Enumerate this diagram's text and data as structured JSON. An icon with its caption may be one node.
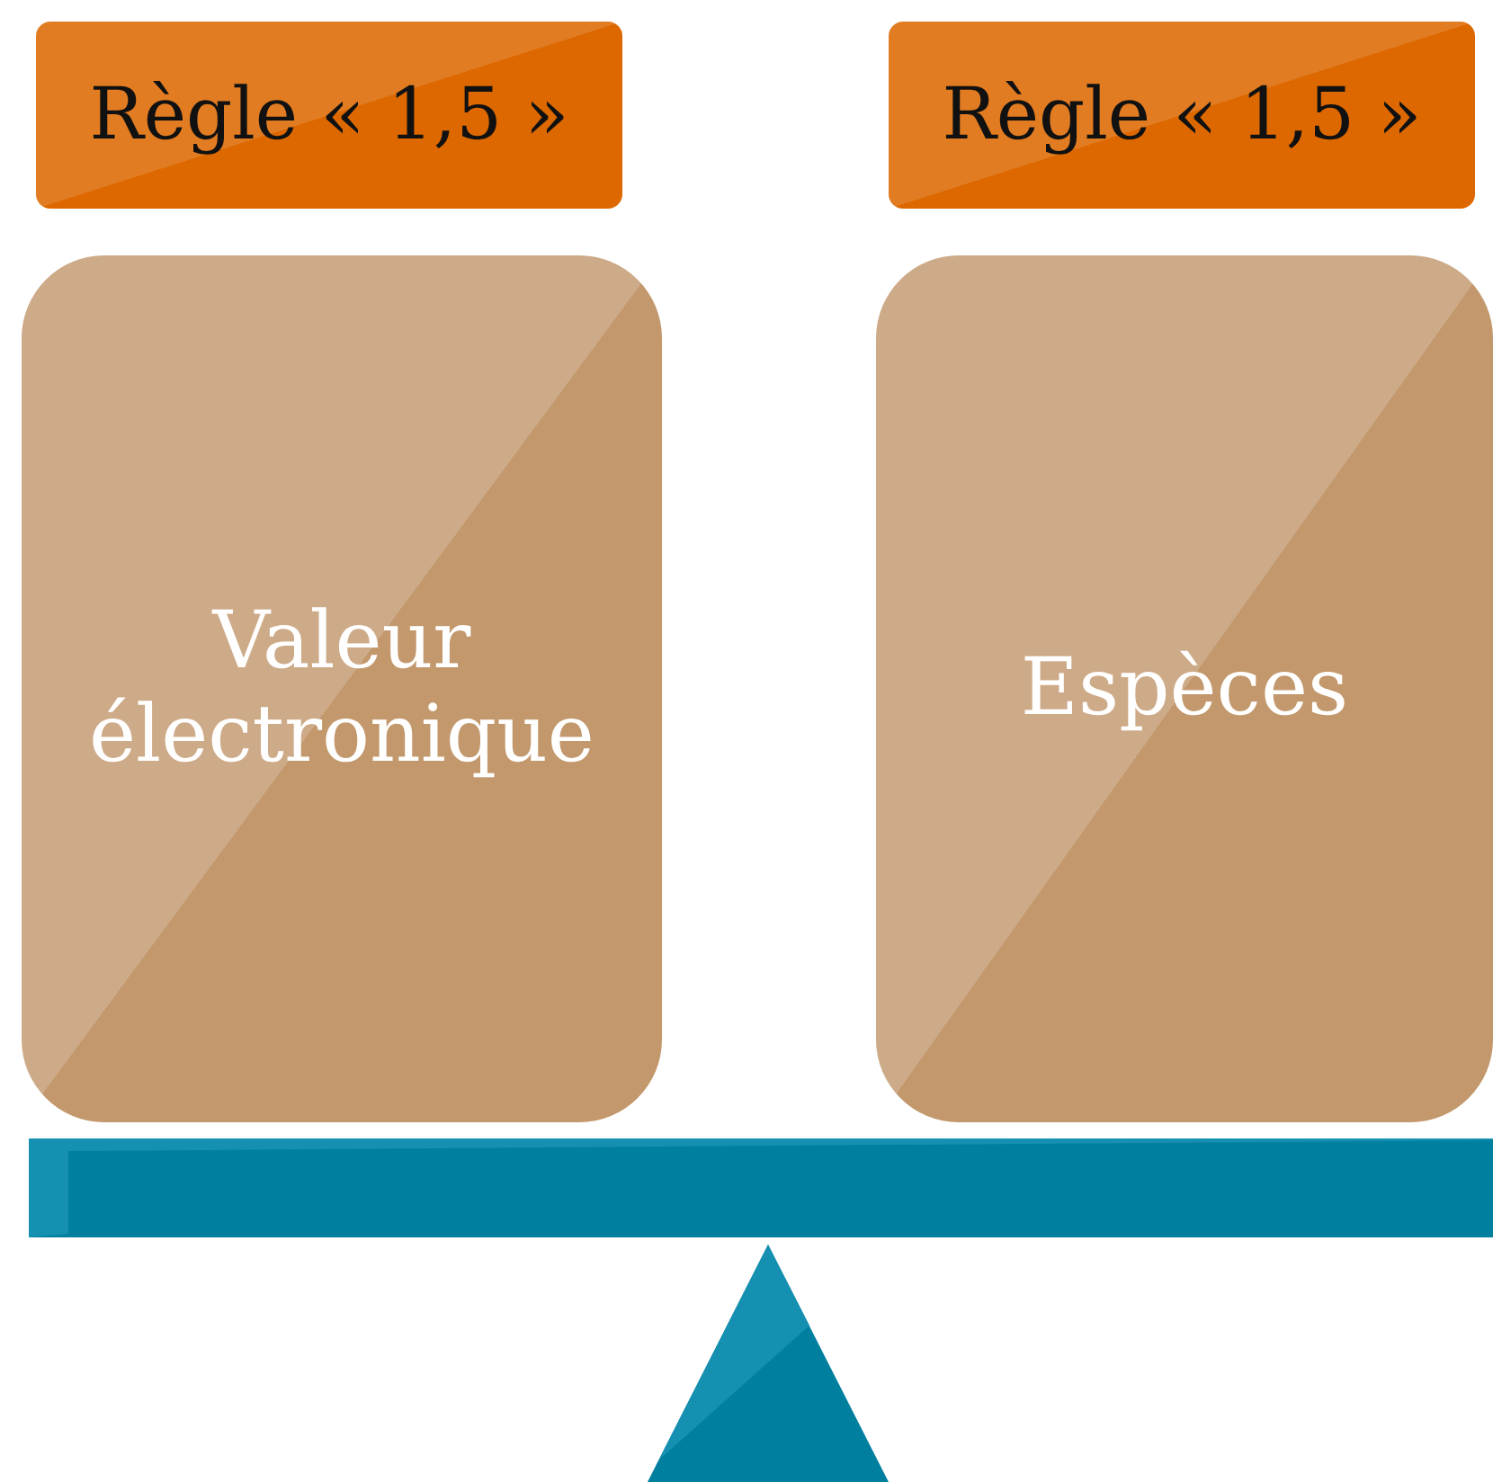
{
  "diagram": {
    "nodes": [
      {
        "text": [
          "Règle « 1,5 »"
        ]
      },
      {
        "text": [
          "Règle « 1,5 »"
        ]
      },
      {
        "text": [
          "Valeur électronique"
        ]
      },
      {
        "text": [
          "Espèces"
        ]
      }
    ]
  }
}
